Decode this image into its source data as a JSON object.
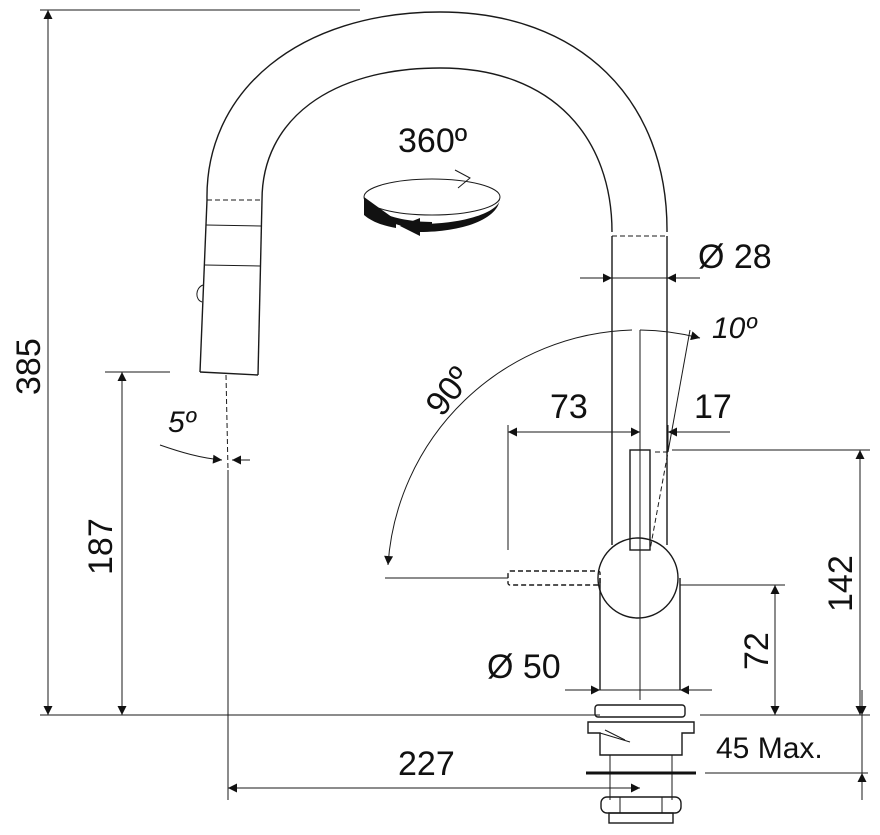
{
  "drawing": {
    "rotation_label": "360º",
    "dimensions": {
      "total_height": "385",
      "spout_height": "187",
      "lever_height": "142",
      "body_height": "72",
      "mount_thickness": "45 Max.",
      "reach": "227",
      "lever_offset": "73",
      "lever_tilt_offset": "17",
      "tube_diameter": "Ø 28",
      "base_diameter": "Ø 50",
      "lever_angle": "90º",
      "lever_tilt_angle": "10º",
      "spray_angle": "5º"
    }
  }
}
